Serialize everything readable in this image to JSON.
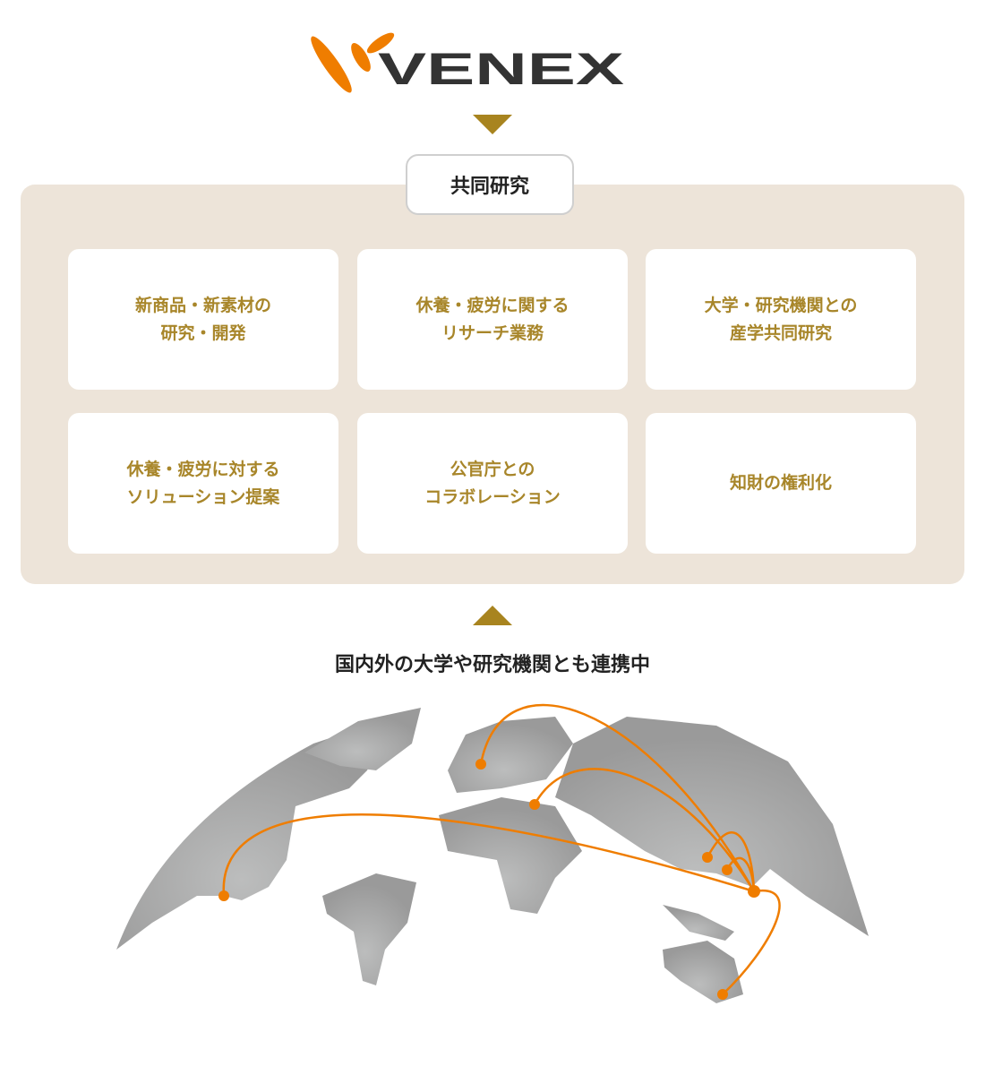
{
  "logo": {
    "text": "VENEX"
  },
  "colors": {
    "accent": "#ef7d00",
    "gold": "#a8862a",
    "panel": "#ede4d9",
    "arrow": "#a8841f"
  },
  "section_label": "共同研究",
  "cards": [
    {
      "text": "新商品・新素材の\n研究・開発"
    },
    {
      "text": "休養・疲労に関する\nリサーチ業務"
    },
    {
      "text": "大学・研究機関との\n産学共同研究"
    },
    {
      "text": "休養・疲労に対する\nソリューション提案"
    },
    {
      "text": "公官庁との\nコラボレーション"
    },
    {
      "text": "知財の権利化"
    }
  ],
  "subtitle": "国内外の大学や研究機関とも連携中"
}
